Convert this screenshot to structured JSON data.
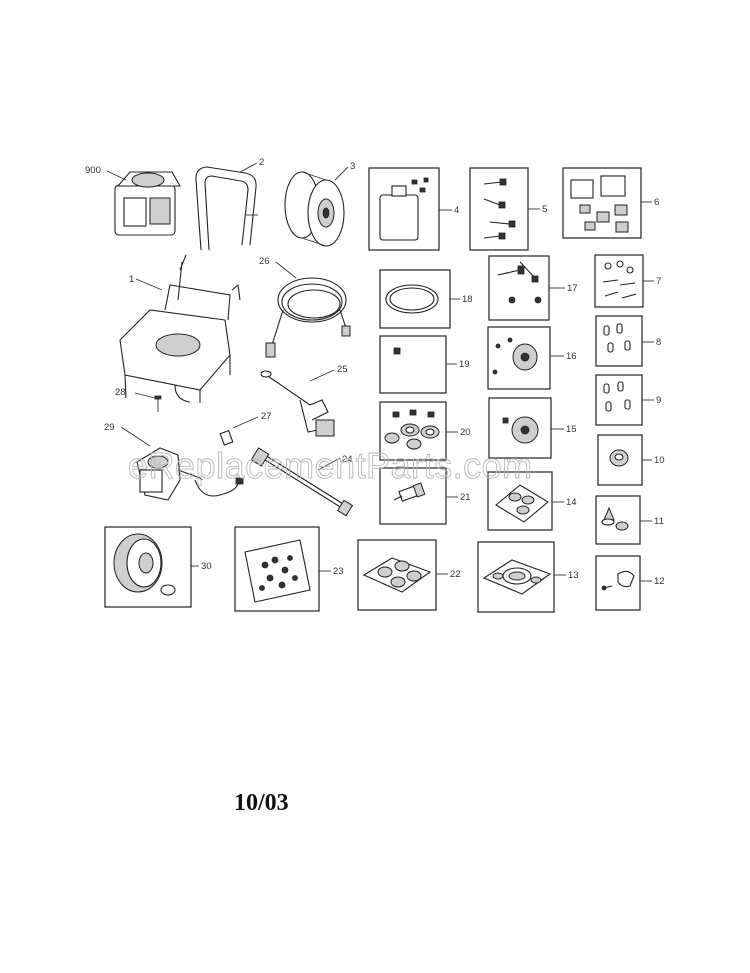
{
  "watermark": "eReplacementParts.com",
  "date_code": "10/03",
  "callouts": {
    "p900": "900",
    "p1": "1",
    "p2": "2",
    "p3": "3",
    "p4": "4",
    "p5": "5",
    "p6": "6",
    "p7": "7",
    "p8": "8",
    "p9": "9",
    "p10": "10",
    "p11": "11",
    "p12": "12",
    "p13": "13",
    "p14": "14",
    "p15": "15",
    "p16": "16",
    "p17": "17",
    "p18": "18",
    "p19": "19",
    "p20": "20",
    "p21": "21",
    "p22": "22",
    "p23": "23",
    "p24": "24",
    "p25": "25",
    "p26": "26",
    "p27": "27",
    "p28": "28",
    "p29": "29",
    "p30": "30"
  }
}
